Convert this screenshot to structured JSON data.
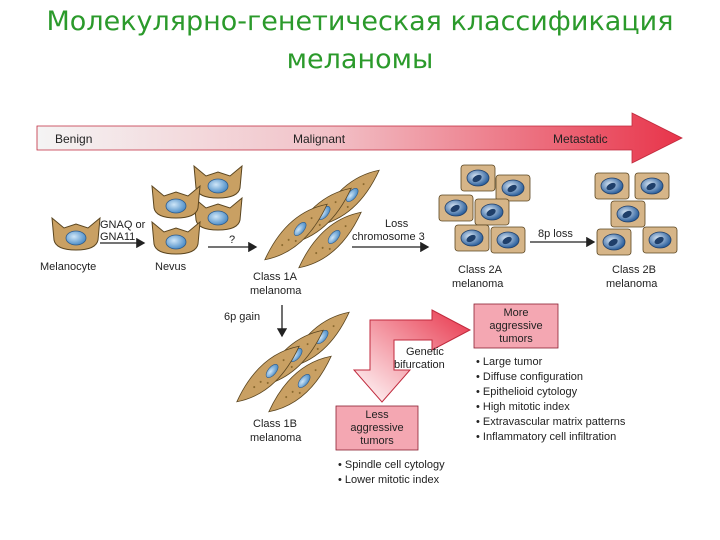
{
  "title": {
    "line1": "Молекулярно-генетическая классификация",
    "line2": "меланомы"
  },
  "progression_bar": {
    "left": "Benign",
    "middle": "Malignant",
    "right": "Metastatic"
  },
  "stages": {
    "melanocyte": "Melanocyte",
    "nevus": "Nevus",
    "class1a": [
      "Class 1A",
      "melanoma"
    ],
    "class2a": [
      "Class 2A",
      "melanoma"
    ],
    "class2b": [
      "Class 2B",
      "melanoma"
    ],
    "class1b": [
      "Class 1B",
      "melanoma"
    ]
  },
  "transitions": {
    "gnaq": [
      "GNAQ or",
      "GNA11"
    ],
    "unknown": "?",
    "loss_chr3": [
      "Loss",
      "chromosome 3"
    ],
    "loss_8p": "8p loss",
    "gain_6p": "6p gain"
  },
  "bifurcation": {
    "label": [
      "Genetic",
      "bifurcation"
    ],
    "more": [
      "More",
      "aggressive",
      "tumors"
    ],
    "less": [
      "Less",
      "aggressive",
      "tumors"
    ]
  },
  "more_features": [
    "Large tumor",
    "Diffuse configuration",
    "Epithelioid cytology",
    "High mitotic index",
    "Extravascular matrix patterns",
    "Inflammatory cell infiltration"
  ],
  "less_features": [
    "Spindle cell cytology",
    "Lower mitotic index"
  ],
  "colors": {
    "title": "#2b9a2b",
    "arrow_red": "#e8344a",
    "box_pink": "#f4a7b2",
    "cell_tan": "#c9a063",
    "nucleus_blue": "#6ea8d8"
  }
}
